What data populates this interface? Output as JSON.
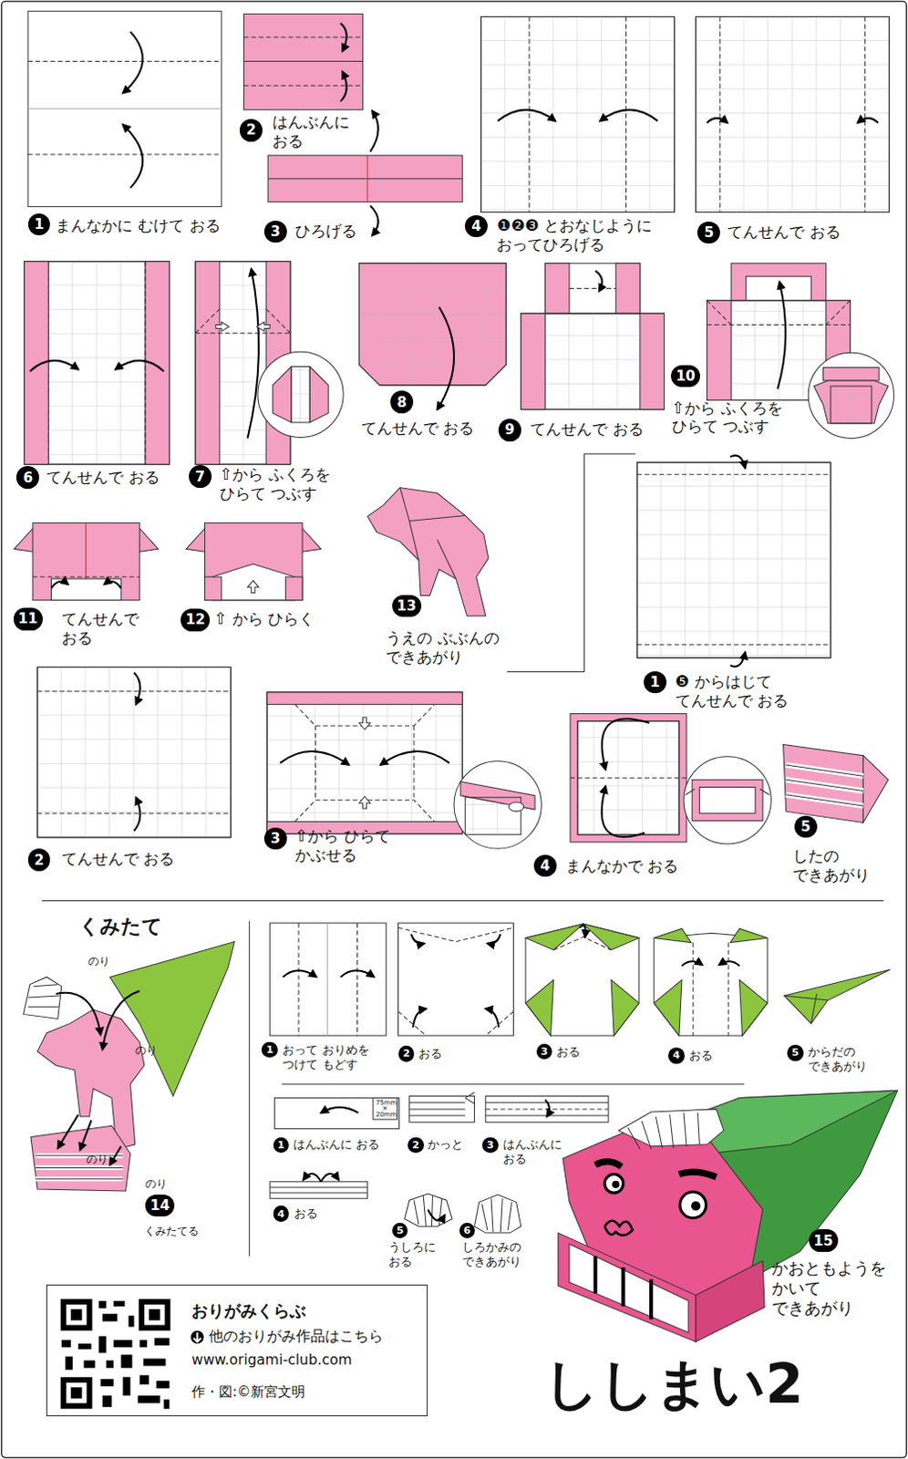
{
  "diagram": {
    "title": "ししまい2",
    "nodes": [
      {
        "text": [
          "おりがみくらぶ",
          "他のおりがみ作品はこちら",
          "www.origami-club.com",
          "作・図:©新宮文明"
        ]
      }
    ],
    "labels": [
      "1",
      "まんなかに むけて おる",
      "2",
      "はんぶんに おる",
      "3",
      "ひろげる",
      "4",
      "❶❷❸ とおなじように おってひろげる",
      "5",
      "てんせんで おる",
      "6",
      "てんせんで おる",
      "7",
      "⇧から ふくろを ひらて つぶす",
      "8",
      "てんせんで おる",
      "9",
      "てんせんで おる",
      "10",
      "⇧から ふくろを ひらて つぶす",
      "11",
      "てんせんで おる",
      "12",
      "⇧ から ひらく",
      "13",
      "うえの ぶぶんの できあがり",
      "1",
      "❺ からはじて てんせんで おる",
      "2",
      "てんせんで おる",
      "3",
      "⇧から ひらて かぶせる",
      "4",
      "まんなかで おる",
      "5",
      "したの できあがり",
      "くみたて",
      "のり",
      "のり",
      "のり",
      "のり",
      "14",
      "くみたてる",
      "1",
      "おって おりめを つけて もどす",
      "2",
      "おる",
      "3",
      "おる",
      "4",
      "おる",
      "5",
      "からだの できあがり",
      "1",
      "はんぶんに おる",
      "75mm",
      "×",
      "20mm",
      "2",
      "かっと",
      "3",
      "はんぶんに おる",
      "4",
      "おる",
      "5",
      "うしろに おる",
      "6",
      "しろかみの できあがり",
      "15",
      "かおともようを かいて できあがり"
    ]
  }
}
